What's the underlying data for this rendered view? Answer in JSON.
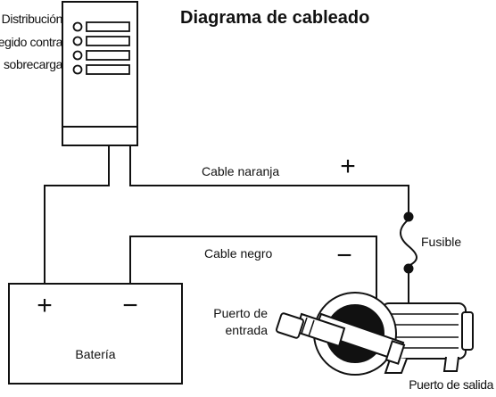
{
  "title": "Diagrama de cableado",
  "labels": {
    "panel_line1": "Distribución",
    "panel_line2": "protegido contra",
    "panel_line3": "sobrecarga",
    "orange_cable": "Cable naranja",
    "black_cable": "Cable negro",
    "fuse": "Fusible",
    "battery": "Batería",
    "inlet_line1": "Puerto de",
    "inlet_line2": "entrada",
    "outlet": "Puerto de salida"
  },
  "signs": {
    "plus": "+",
    "minus": "−"
  }
}
